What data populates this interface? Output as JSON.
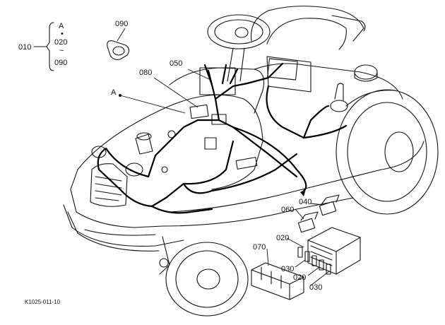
{
  "diagram": {
    "range_group": {
      "parent": "010",
      "top": "A",
      "dot": "•",
      "mid": "020",
      "tilde": "~",
      "bottom": "090"
    },
    "callouts": {
      "p090": "090",
      "p080": "080",
      "p050": "050",
      "pA": "A",
      "p060": "060",
      "p040": "040",
      "p020a": "020",
      "p070": "070",
      "p030a": "030",
      "p020b": "020",
      "p030b": "030"
    },
    "figure_code": "K1025-011-10"
  }
}
